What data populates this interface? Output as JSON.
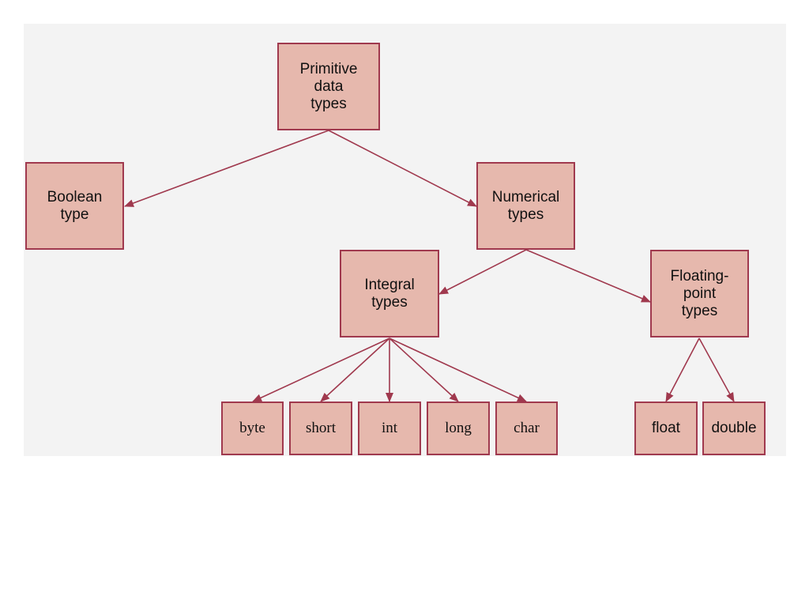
{
  "colors": {
    "node_fill": "#e6b8ad",
    "node_border": "#a0394e",
    "edge": "#a0394e",
    "background": "#f3f3f3"
  },
  "nodes": {
    "primitive": "Primitive\ndata\ntypes",
    "boolean": "Boolean\ntype",
    "numerical": "Numerical\ntypes",
    "integral": "Integral\ntypes",
    "floating": "Floating-\npoint\ntypes",
    "byte": "byte",
    "short": "short",
    "int": "int",
    "long": "long",
    "char": "char",
    "float": "float",
    "double": "double"
  },
  "edges": [
    [
      "primitive",
      "boolean"
    ],
    [
      "primitive",
      "numerical"
    ],
    [
      "numerical",
      "integral"
    ],
    [
      "numerical",
      "floating"
    ],
    [
      "integral",
      "byte"
    ],
    [
      "integral",
      "short"
    ],
    [
      "integral",
      "int"
    ],
    [
      "integral",
      "long"
    ],
    [
      "integral",
      "char"
    ],
    [
      "floating",
      "float"
    ],
    [
      "floating",
      "double"
    ]
  ]
}
